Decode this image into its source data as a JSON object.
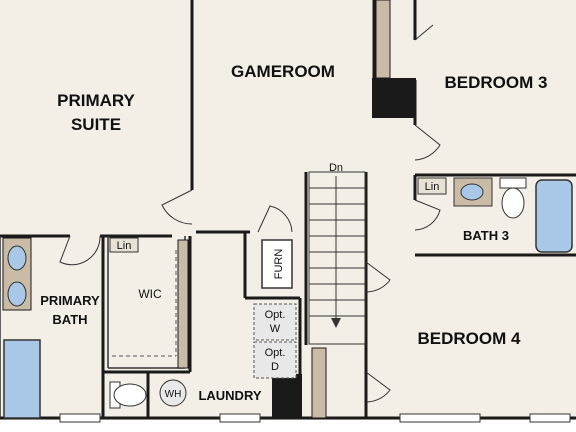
{
  "rooms": {
    "primary_suite_l1": "PRIMARY",
    "primary_suite_l2": "SUITE",
    "gameroom": "GAMEROOM",
    "bedroom3": "BEDROOM 3",
    "bedroom4": "BEDROOM 4",
    "bath3": "BATH 3",
    "primary_bath_l1": "PRIMARY",
    "primary_bath_l2": "BATH",
    "wic": "WIC",
    "laundry": "LAUNDRY"
  },
  "fixtures": {
    "lin_primary": "Lin",
    "lin_bath3": "Lin",
    "furn": "FURN",
    "opt_w_l1": "Opt.",
    "opt_w_l2": "W",
    "opt_d_l1": "Opt.",
    "opt_d_l2": "D",
    "wh": "WH",
    "stairs_dn": "Dn"
  },
  "colors": {
    "floor": "#f4efe6",
    "wall": "#1a1a1a",
    "cabinet": "#c9bba6",
    "fixture_blue": "#a9c8e8"
  }
}
